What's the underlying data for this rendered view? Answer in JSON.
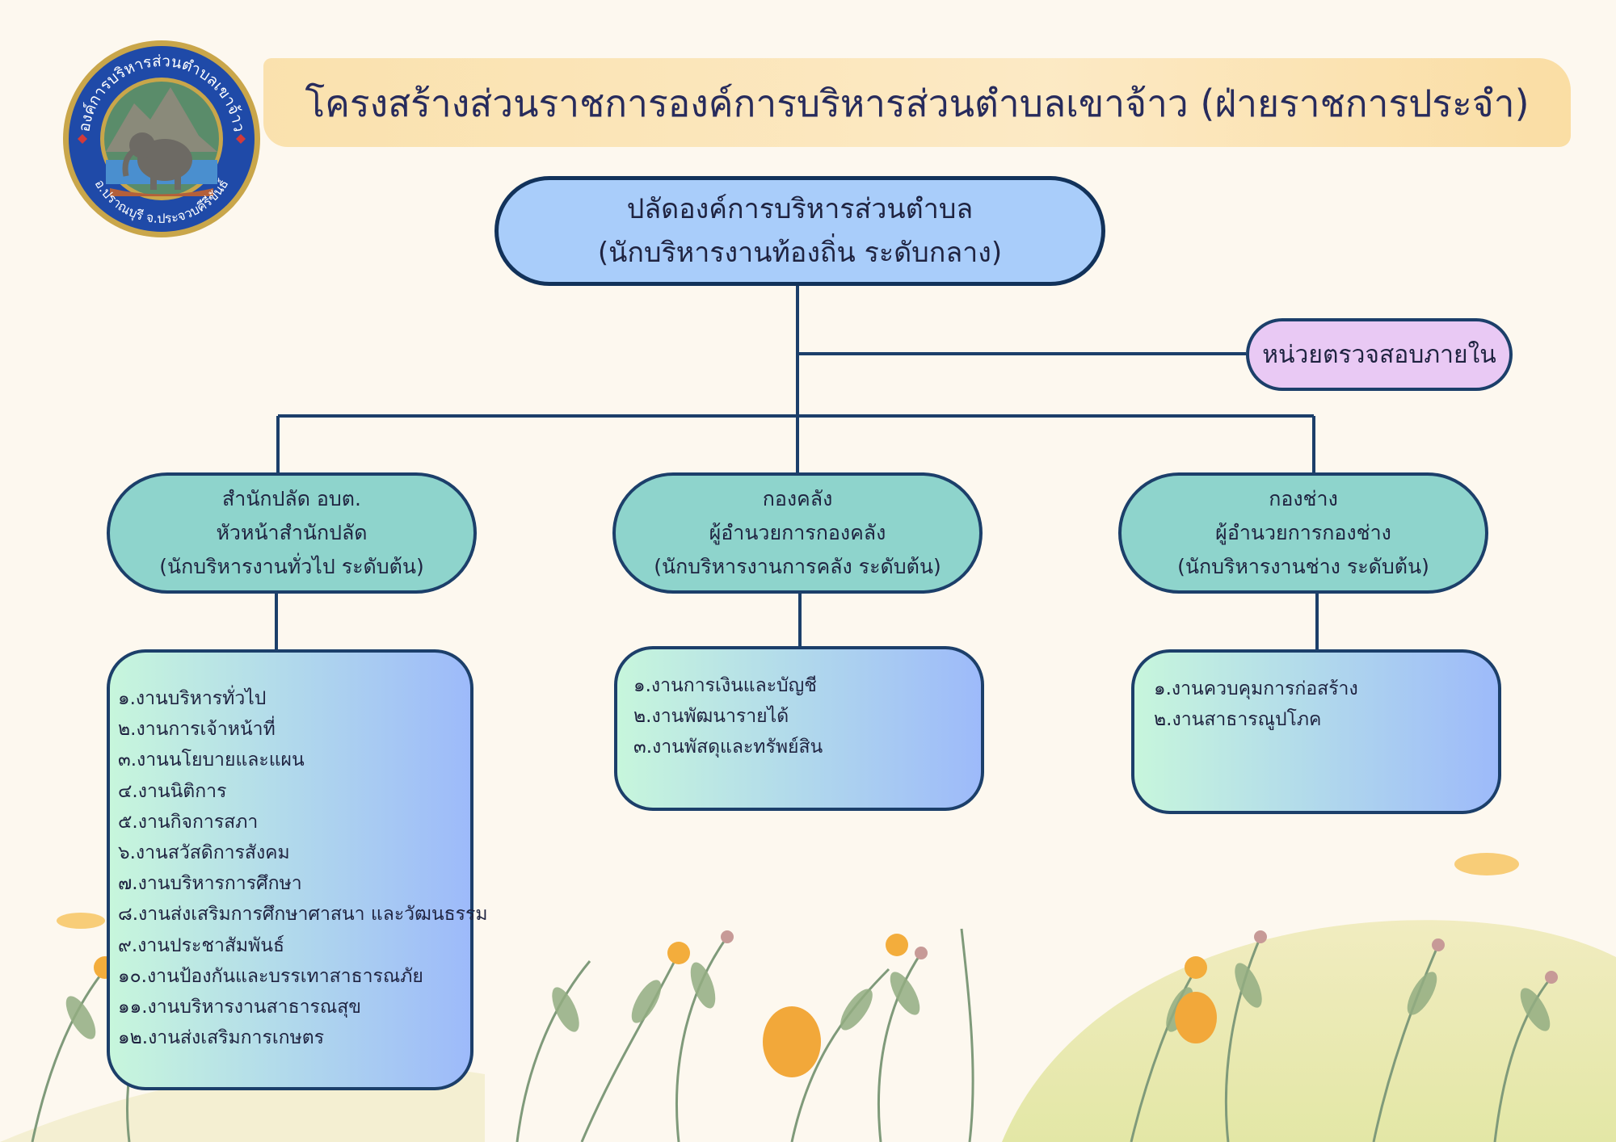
{
  "title": "โครงสร้างส่วนราชการองค์การบริหารส่วนตำบลเขาจ้าว (ฝ่ายราชการประจำ)",
  "logo": {
    "ring_top": "องค์การบริหารส่วนตำบลเขาจ้าว",
    "ring_bottom": "อ.ปราณบุรี จ.ประจวบคีรีขันธ์",
    "colors": {
      "ring": "#1f4aa8",
      "rim": "#c9a64a"
    }
  },
  "top": {
    "line1": "ปลัดองค์การบริหารส่วนตำบล",
    "line2": "(นักบริหารงานท้องถิ่น ระดับกลาง)",
    "color": "#a9cdfa"
  },
  "audit": {
    "label": "หน่วยตรวจสอบภายใน",
    "color": "#e9c9f4"
  },
  "divisions": [
    {
      "line1": "สำนักปลัด อบต.",
      "line2": "หัวหน้าสำนักปลัด",
      "line3": "(นักบริหารงานทั่วไป ระดับต้น)",
      "tasks": [
        "๑.งานบริหารทั่วไป",
        "๒.งานการเจ้าหน้าที่",
        "๓.งานนโยบายและแผน",
        "๔.งานนิติการ",
        "๕.งานกิจการสภา",
        "๖.งานสวัสดิการสังคม",
        "๗.งานบริหารการศึกษา",
        "๘.งานส่งเสริมการศึกษาศาสนา และวัฒนธรรม",
        "๙.งานประชาสัมพันธ์",
        "๑๐.งานป้องกันและบรรเทาสาธารณภัย",
        "๑๑.งานบริหารงานสาธารณสุข",
        "๑๒.งานส่งเสริมการเกษตร"
      ]
    },
    {
      "line1": "กองคลัง",
      "line2": "ผู้อำนวยการกองคลัง",
      "line3": "(นักบริหารงานการคลัง ระดับต้น)",
      "tasks": [
        "๑.งานการเงินและบัญชี",
        "๒.งานพัฒนารายได้",
        "๓.งานพัสดุและทรัพย์สิน"
      ]
    },
    {
      "line1": "กองช่าง",
      "line2": "ผู้อำนวยการกองช่าง",
      "line3": "(นักบริหารงานช่าง ระดับต้น)",
      "tasks": [
        "๑.งานควบคุมการก่อสร้าง",
        "๒.งานสาธารณูปโภค"
      ]
    }
  ],
  "colors": {
    "division_fill": "#8ed4cc",
    "border": "#1c3f6a",
    "task_gradient_start": "#c7f6dc",
    "task_gradient_end": "#9dbafa"
  }
}
